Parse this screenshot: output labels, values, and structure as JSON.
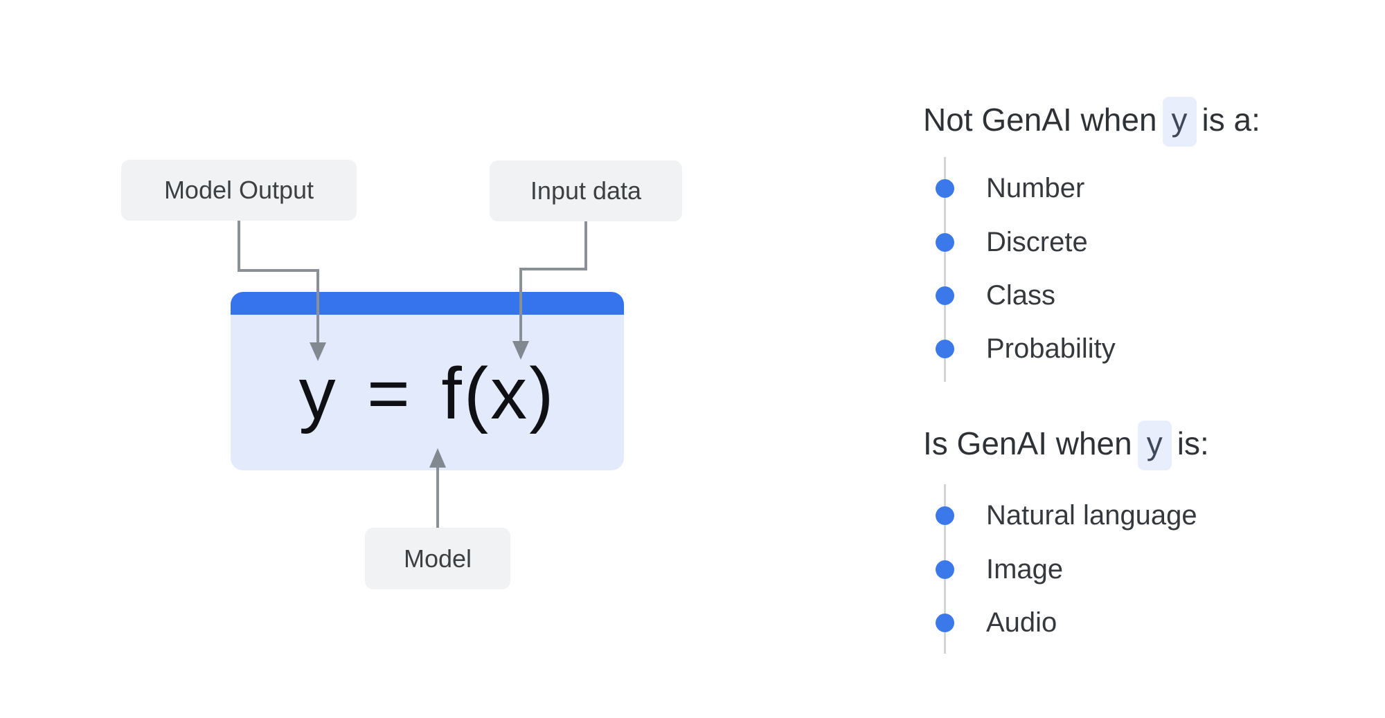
{
  "slide": {
    "card": {
      "formula": "y = f(x)",
      "header_color": "#3574ec",
      "body_color": "#e3eafb"
    },
    "callouts": {
      "model_output": "Model Output",
      "input_data": "Input data",
      "model": "Model"
    },
    "colors": {
      "callout_bg": "#f1f2f3",
      "arrow": "#8a9096",
      "dot_blue": "#3b78e9",
      "timeline_line": "#d3d4d6",
      "highlight_bg": "#e9eefc",
      "highlight_text": "#3e4859",
      "text_dark": "#2e3236"
    },
    "right_panel": {
      "sections": [
        {
          "title_prefix": "Not GenAI when",
          "highlight": "y",
          "title_suffix": "is a:",
          "items": [
            "Number",
            "Discrete",
            "Class",
            "Probability"
          ]
        },
        {
          "title_prefix": "Is GenAI when",
          "highlight": "y",
          "title_suffix": "is:",
          "items": [
            "Natural language",
            "Image",
            "Audio"
          ]
        }
      ]
    }
  }
}
